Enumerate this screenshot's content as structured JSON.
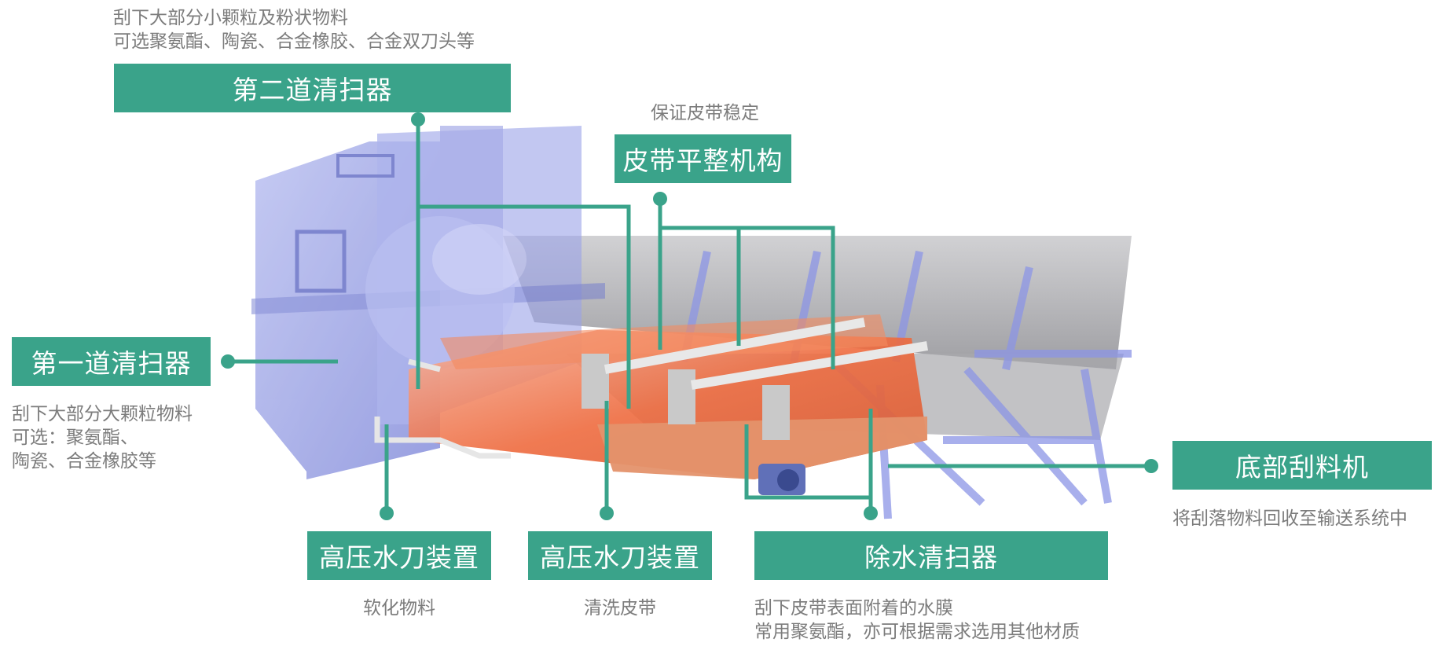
{
  "labels": {
    "second_cleaner": {
      "title": "第二道清扫器",
      "desc": [
        "刮下大部分小颗粒及粉状物料",
        "可选聚氨酯、陶瓷、合金橡胶、合金双刀头等"
      ]
    },
    "belt_flattening": {
      "title": "皮带平整机构",
      "desc": [
        "保证皮带稳定"
      ]
    },
    "first_cleaner": {
      "title": "第一道清扫器",
      "desc": [
        "刮下大部分大颗粒物料",
        "可选：聚氨酯、",
        "陶瓷、合金橡胶等"
      ]
    },
    "bottom_scraper": {
      "title": "底部刮料机",
      "desc": [
        "将刮落物料回收至输送系统中"
      ]
    },
    "water_jet_1": {
      "title": "高压水刀装置",
      "desc": [
        "软化物料"
      ]
    },
    "water_jet_2": {
      "title": "高压水刀装置",
      "desc": [
        "清洗皮带"
      ]
    },
    "dewater_cleaner": {
      "title": "除水清扫器",
      "desc": [
        "刮下皮带表面附着的水膜",
        "常用聚氨酯，亦可根据需求选用其他材质"
      ]
    }
  },
  "colors": {
    "accent": "#3aa38a",
    "housing": "#7d86d8",
    "frame": "#8c95e6",
    "belt": "#9a9a9a",
    "heated": "#ef6a3c"
  }
}
